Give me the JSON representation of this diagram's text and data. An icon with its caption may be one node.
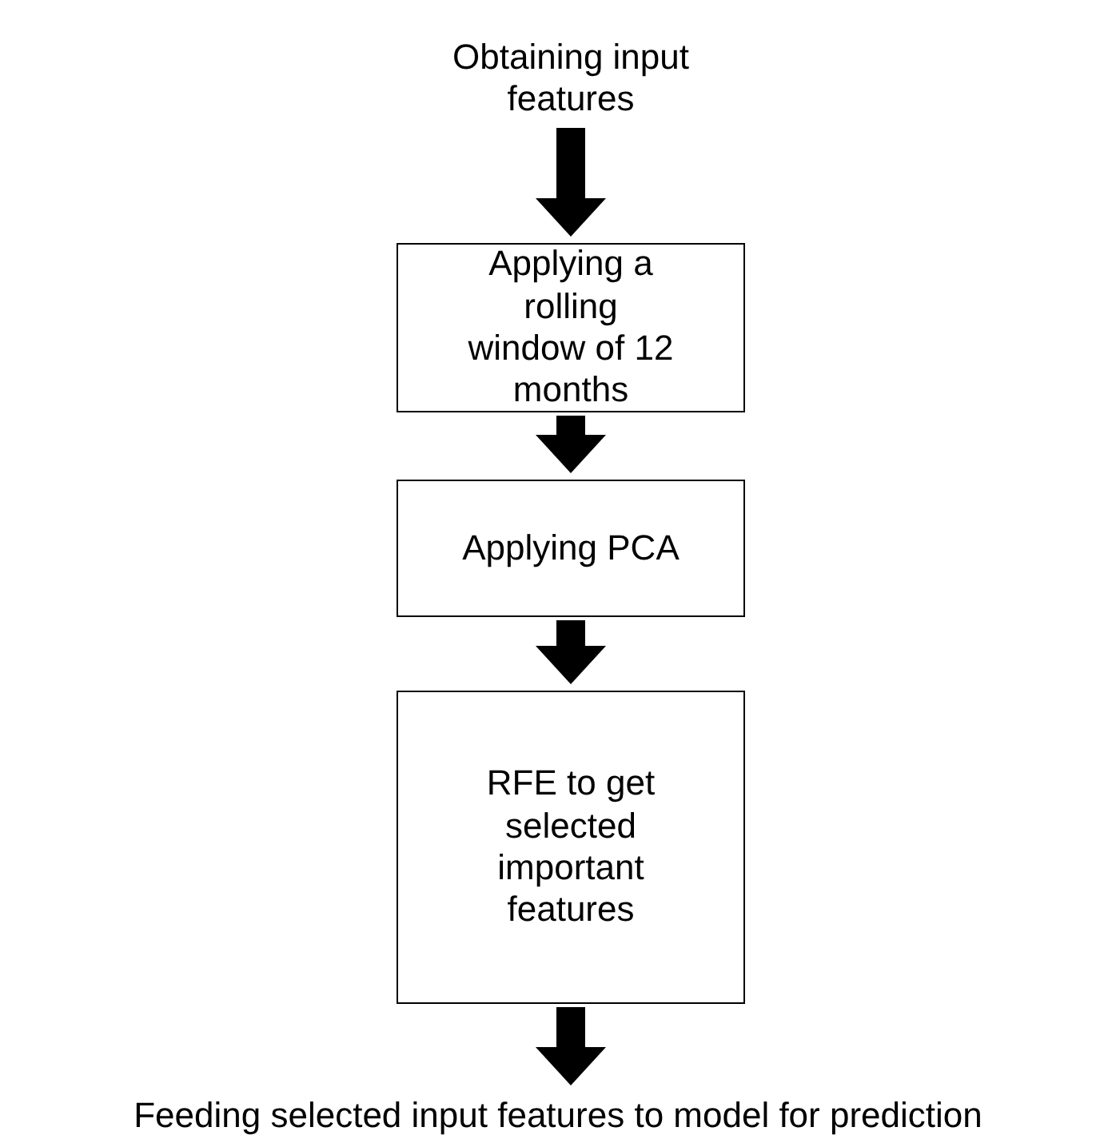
{
  "diagram": {
    "nodes": [
      {
        "text": [
          "Obtaining input features"
        ]
      },
      {
        "text": [
          "Applying a rolling window of 12 months"
        ]
      },
      {
        "text": [
          "Applying PCA"
        ]
      },
      {
        "text": [
          "RFE to get selected important features"
        ]
      },
      {
        "text": [
          "Feeding selected input features to model for prediction"
        ]
      }
    ],
    "edges": [
      {
        "from": 0,
        "to": 1,
        "arrow": "to"
      },
      {
        "from": 1,
        "to": 2,
        "arrow": "to"
      },
      {
        "from": 2,
        "to": 3,
        "arrow": "to"
      },
      {
        "from": 3,
        "to": 4,
        "arrow": "to"
      }
    ]
  }
}
